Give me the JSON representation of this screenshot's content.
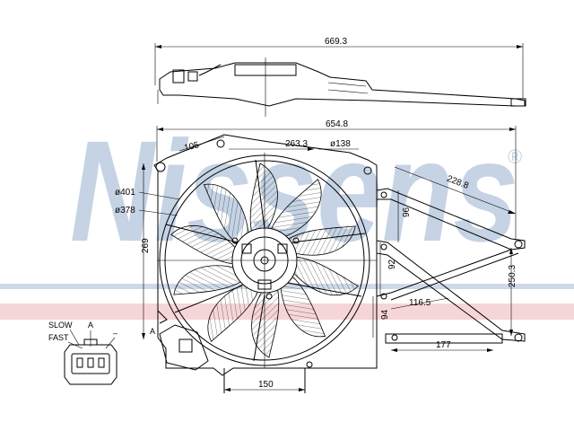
{
  "watermark": {
    "text": "Nissens",
    "registered_mark": "®",
    "color_blue": "#b8c8dc",
    "color_red": "#f2c8cc"
  },
  "dimensions": {
    "top_overall_width": "669.3",
    "front_overall_width": "654.8",
    "left_offset": "105",
    "hub_offset": "263.3",
    "bolt_dia": "ø138",
    "outer_dia": "ø401",
    "inner_dia": "ø378",
    "height_left": "269",
    "bracket_diag": "228.8",
    "bracket_v1": "96",
    "bracket_v2": "92",
    "bracket_v3": "94",
    "right_height": "250.3",
    "lower_arm": "116.5",
    "bottom_arm": "177",
    "bottom_width": "150"
  },
  "connector": {
    "slow": "SLOW",
    "fast": "FAST",
    "a": "A",
    "minus": "–",
    "pin_a": "A"
  }
}
